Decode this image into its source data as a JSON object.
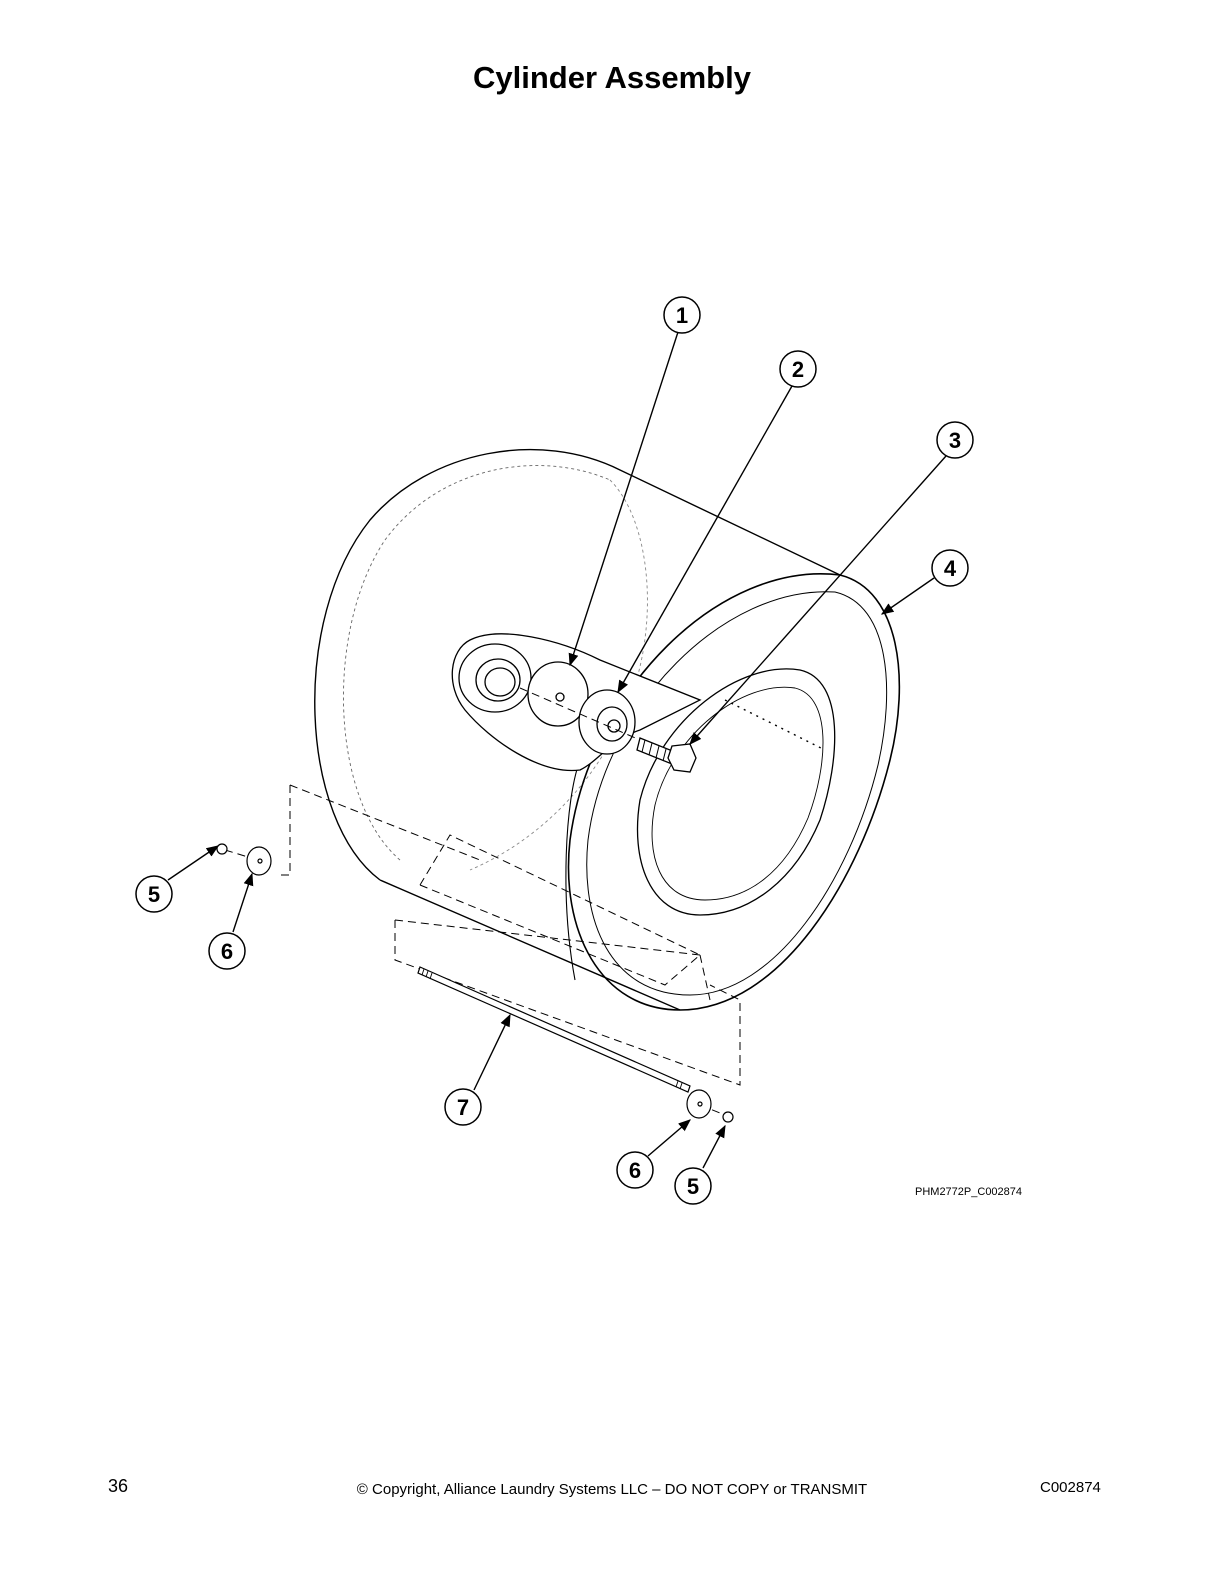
{
  "page_title": "Cylinder Assembly",
  "callouts": [
    {
      "id": "c1",
      "label": "1"
    },
    {
      "id": "c2",
      "label": "2"
    },
    {
      "id": "c3",
      "label": "3"
    },
    {
      "id": "c4",
      "label": "4"
    },
    {
      "id": "c5a",
      "label": "5"
    },
    {
      "id": "c6a",
      "label": "6"
    },
    {
      "id": "c7",
      "label": "7"
    },
    {
      "id": "c6b",
      "label": "6"
    },
    {
      "id": "c5b",
      "label": "5"
    }
  ],
  "drawing_id": "PHM2772P_C002874",
  "footer": {
    "page_number": "36",
    "copyright": "© Copyright, Alliance Laundry Systems LLC – DO NOT COPY or TRANSMIT",
    "doc_code": "C002874"
  }
}
